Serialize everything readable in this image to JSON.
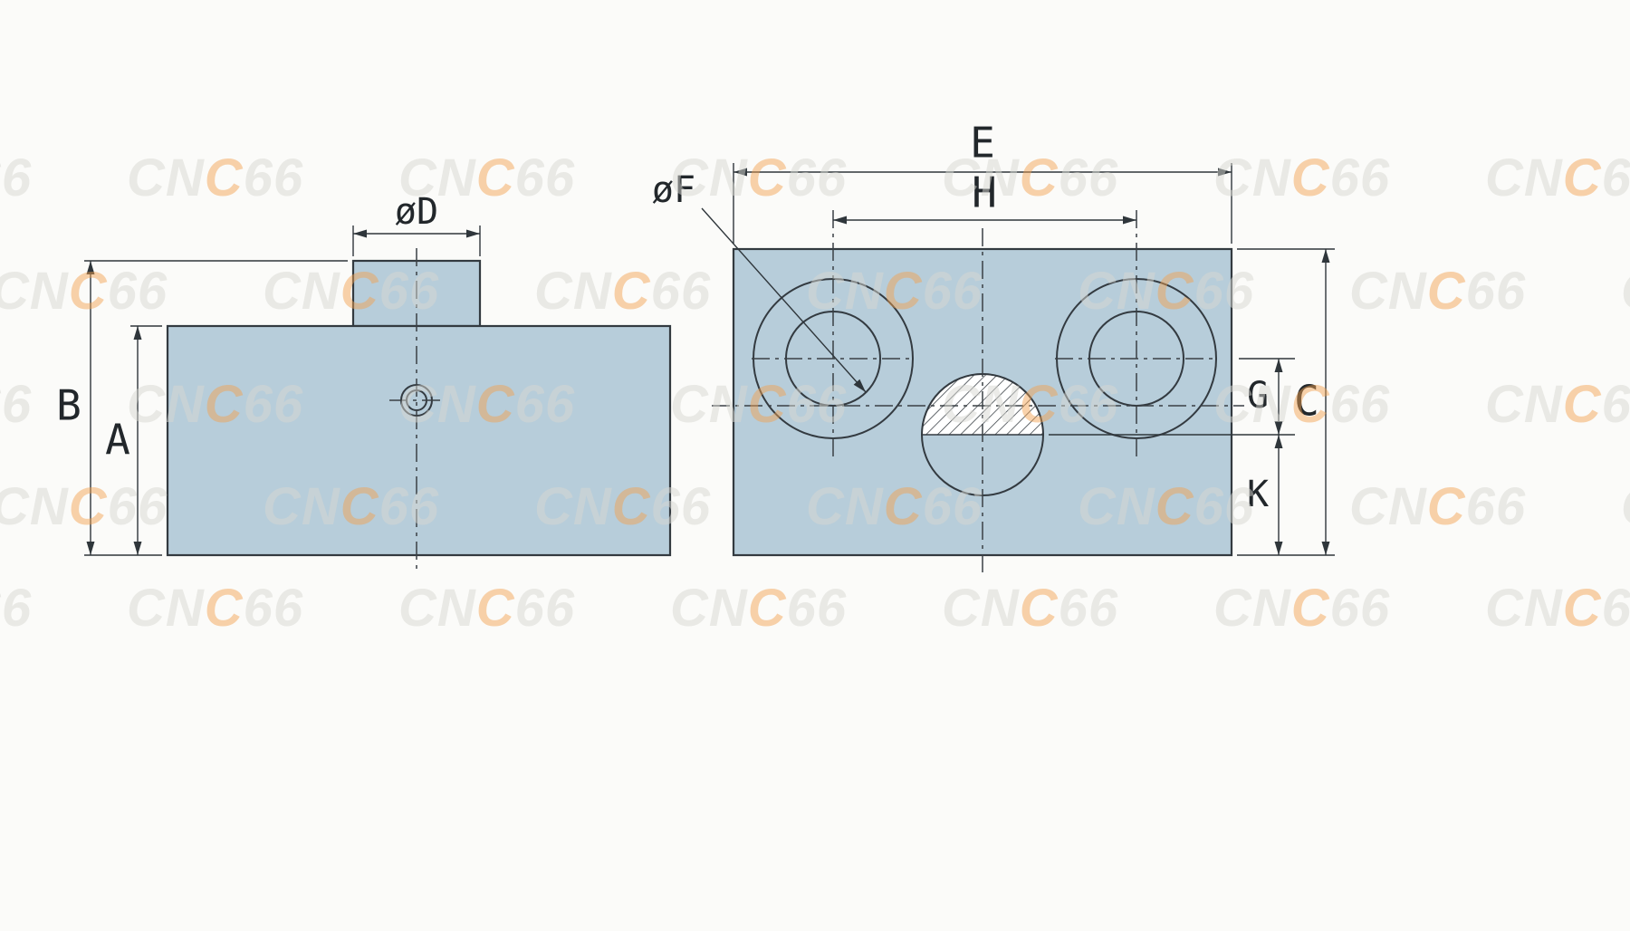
{
  "colors": {
    "background": "#fbfbf9",
    "part_fill": "#b7cdda",
    "hole_fill": "#ffffff",
    "line": "#2f363b",
    "watermark_gray": "#ededea",
    "watermark_orange": "#f8d0a9"
  },
  "watermark": {
    "prefix": "CN",
    "accent": "C",
    "suffix": "66"
  },
  "drawing": {
    "side_view": {
      "labels": {
        "boss_diameter": "øD",
        "overall_height": "B",
        "body_height": "A"
      }
    },
    "top_view": {
      "labels": {
        "overall_width": "E",
        "hole_spacing": "H",
        "hole_diameter": "øF",
        "overall_height": "C",
        "offset_g": "G",
        "offset_k": "K"
      }
    }
  }
}
